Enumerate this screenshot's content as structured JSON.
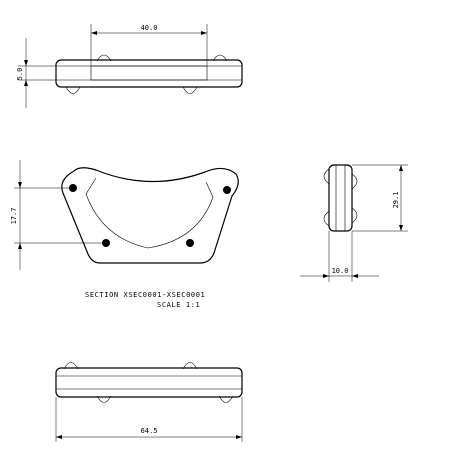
{
  "drawing": {
    "top_view_width_dim": "40.0",
    "top_view_height_dim": "5.0",
    "section_height_dim": "17.7",
    "side_view_height_dim": "29.1",
    "side_view_width_dim": "10.0",
    "bottom_view_width_dim": "64.5",
    "section_label": "SECTION XSEC0001-XSEC0001",
    "scale_label": "SCALE 1:1"
  }
}
